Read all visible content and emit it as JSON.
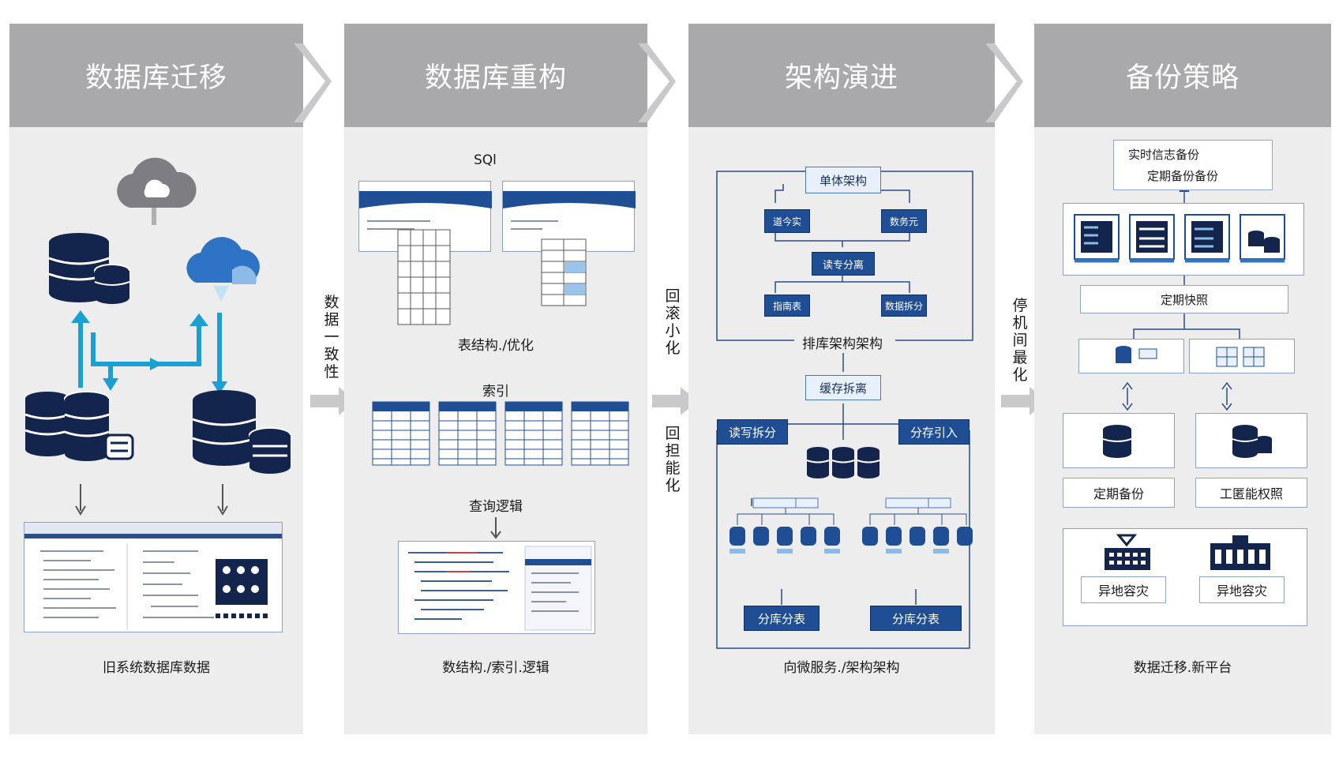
{
  "columns": [
    {
      "title": "数据库迁移",
      "caption": "旧系统数据库数据"
    },
    {
      "title": "数据库重构",
      "caption": "数结构./索引.逻辑",
      "labels": {
        "sql": "SQl",
        "table_opt": "表结构./优化",
        "index": "索引",
        "query": "查询逻辑"
      }
    },
    {
      "title": "架构演进",
      "caption": "向微服务./架构架构",
      "labels": {
        "monolith": "单体架构",
        "node_a": "道今实",
        "node_b": "数务元",
        "rw_split": "读专分离",
        "node_c": "指南表",
        "node_d": "数据拆分",
        "arch": "排库架构架构",
        "cache": "缓存拆离",
        "rw": "读写拆分",
        "shard_idx": "分存引入",
        "shard1": "分库分表",
        "shard2": "分库分表"
      }
    },
    {
      "title": "备份策略",
      "caption": "数据迁移.新平台",
      "labels": {
        "realtime": "实时信志备份",
        "scheduled": "定期备份备份",
        "snapshot": "定期快照",
        "backup": "定期备份",
        "perm": "工匿能权照",
        "dr1": "异地容灾",
        "dr2": "异地容灾"
      }
    }
  ],
  "connectors": [
    {
      "text": "数\n据\n一\n致\n性"
    },
    {
      "text": "回\n滚\n小\n化",
      "text2": "回\n担\n能\n化"
    },
    {
      "text": "停\n机\n间\n最\n化"
    }
  ],
  "colors": {
    "header_bg": "#a9a9ab",
    "panel_bg": "#ededee",
    "navy": "#14254d",
    "blue": "#1f4e94",
    "cyan": "#1ba0d4"
  }
}
